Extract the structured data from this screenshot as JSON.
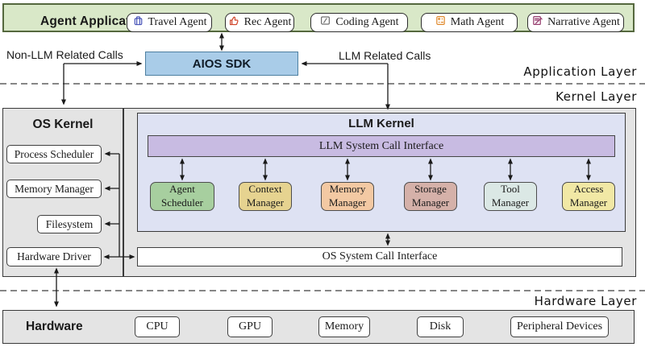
{
  "app_bar": {
    "title": "Agent Applications",
    "agents": [
      {
        "label": "Travel Agent",
        "icon": "suitcase-icon",
        "icon_color": "#4a55b8"
      },
      {
        "label": "Rec Agent",
        "icon": "thumbs-up-icon",
        "icon_color": "#d0452a"
      },
      {
        "label": "Coding Agent",
        "icon": "code-window-icon",
        "icon_color": "#6f6f6f"
      },
      {
        "label": "Math Agent",
        "icon": "calculator-icon",
        "icon_color": "#e08a2e"
      },
      {
        "label": "Narrative Agent",
        "icon": "document-pen-icon",
        "icon_color": "#963d6e"
      }
    ]
  },
  "sdk": {
    "label": "AIOS SDK"
  },
  "calls": {
    "non_llm": "Non-LLM Related Calls",
    "llm": "LLM Related Calls"
  },
  "layers": {
    "application": "Application Layer",
    "kernel": "Kernel Layer",
    "hardware": "Hardware Layer"
  },
  "os_kernel": {
    "title": "OS Kernel",
    "components": [
      {
        "label": "Process Scheduler"
      },
      {
        "label": "Memory Manager"
      },
      {
        "label": "Filesystem"
      },
      {
        "label": "Hardware Driver"
      }
    ]
  },
  "llm_kernel": {
    "title": "LLM Kernel",
    "syscall_label": "LLM System Call Interface",
    "managers": [
      {
        "label": "Agent Scheduler",
        "fill": "#a7cf9f"
      },
      {
        "label": "Context Manager",
        "fill": "#e6d390"
      },
      {
        "label": "Memory Manager",
        "fill": "#f3c9a3"
      },
      {
        "label": "Storage Manager",
        "fill": "#d5b1a9"
      },
      {
        "label": "Tool Manager",
        "fill": "#dbe8e5"
      },
      {
        "label": "Access Manager",
        "fill": "#f1e8a5"
      }
    ]
  },
  "os_syscall": {
    "label": "OS System Call Interface"
  },
  "hardware": {
    "title": "Hardware",
    "devices": [
      {
        "label": "CPU"
      },
      {
        "label": "GPU"
      },
      {
        "label": "Memory"
      },
      {
        "label": "Disk"
      },
      {
        "label": "Peripheral Devices"
      }
    ]
  },
  "colors": {
    "app_bar_bg": "#d9e8c8",
    "app_bar_border": "#55683e",
    "sdk_bg": "#a9cce8",
    "gray_panel": "#e4e4e4",
    "llm_kernel_bg": "#dee2f3",
    "llm_syscall_bg": "#c8bbe2",
    "arrow": "#1a1a1a"
  }
}
